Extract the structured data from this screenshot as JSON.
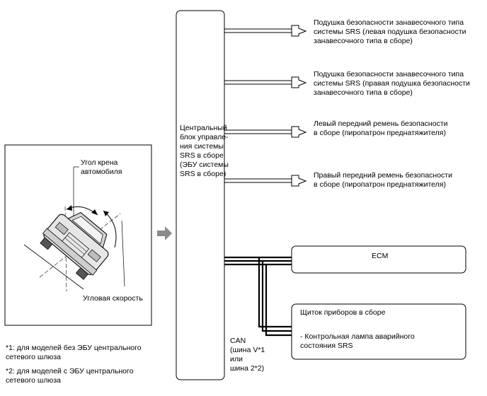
{
  "ecu": {
    "label": "Центральный\nблок управле-\nния системы\nSRS в сборе\n(ЭБУ системы\nSRS в сборе)"
  },
  "outputs": [
    {
      "text": "Подушка безопасности занавесочного типа\nсистемы SRS (левая подушка безопасности\nзанавесочного типа в сборе)"
    },
    {
      "text": "Подушка безопасности занавесочного типа\nсистемы SRS (правая подушка безопасности\nзанавесочного типа в сборе)"
    },
    {
      "text": "Левый передний ремень безопасности\nв сборе (пиропатрон преднатяжителя)"
    },
    {
      "text": "Правый передний ремень безопасности\nв сборе (пиропатрон преднатяжителя)"
    }
  ],
  "ecm": {
    "label": "ECM"
  },
  "meter": {
    "title": "Щиток приборов в сборе",
    "item": "- Контрольная лампа аварийного\nсостояния SRS"
  },
  "can": {
    "label": "CAN\n(шина V*1\nили\nшина 2*2)"
  },
  "vehicle": {
    "roll_angle": "Угол крена\nавтомобиля",
    "angular_velocity": "Угловая скорость"
  },
  "notes": [
    "*1: для моделей без ЭБУ центрального\nсетевого шлюза",
    "*2: для моделей с ЭБУ центрального\nсетевого шлюза"
  ]
}
